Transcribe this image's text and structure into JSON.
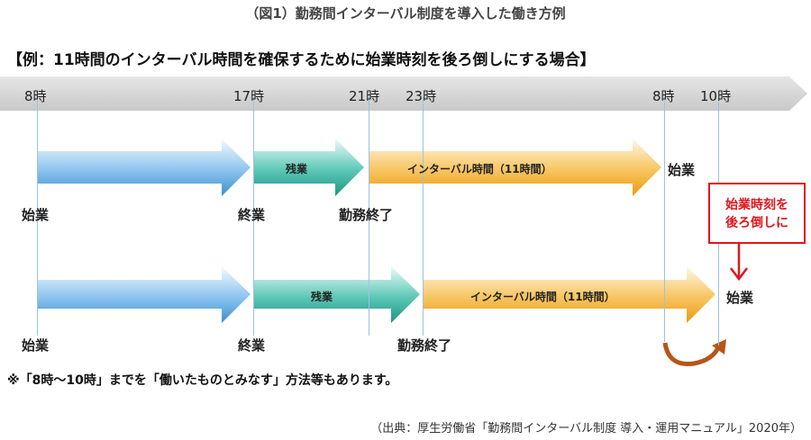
{
  "figure_title": "（図1）勤務間インターバル制度を導入した働き方例",
  "example_heading": "【例：11時間のインターバル時間を確保するために始業時刻を後ろ倒しにする場合】",
  "timeline": {
    "ticks": [
      "8時",
      "17時",
      "21時",
      "23時",
      "8時",
      "10時"
    ]
  },
  "row1": {
    "overtime_label": "残業",
    "interval_label": "インターバル時間（11時間）",
    "start_label": "始業",
    "end_label": "終業",
    "work_end_label": "勤務終了",
    "next_start_label": "始業"
  },
  "row2": {
    "overtime_label": "残業",
    "interval_label": "インターバル時間（11時間）",
    "start_label": "始業",
    "end_label": "終業",
    "work_end_label": "勤務終了",
    "next_start_label": "始業"
  },
  "callout": {
    "line1": "始業時刻を",
    "line2": "後ろ倒しに"
  },
  "note": "※「8時～10時」までを「働いたものとみなす」方法等もあります。",
  "source": "（出典：厚生労働省「勤務間インターバル制度 導入・運用マニュアル」2020年）",
  "colors": {
    "work": "#5fa8e0",
    "overtime": "#2aa89a",
    "interval": "#f2a81c",
    "accent": "#e0161e",
    "curve": "#b5561a"
  }
}
